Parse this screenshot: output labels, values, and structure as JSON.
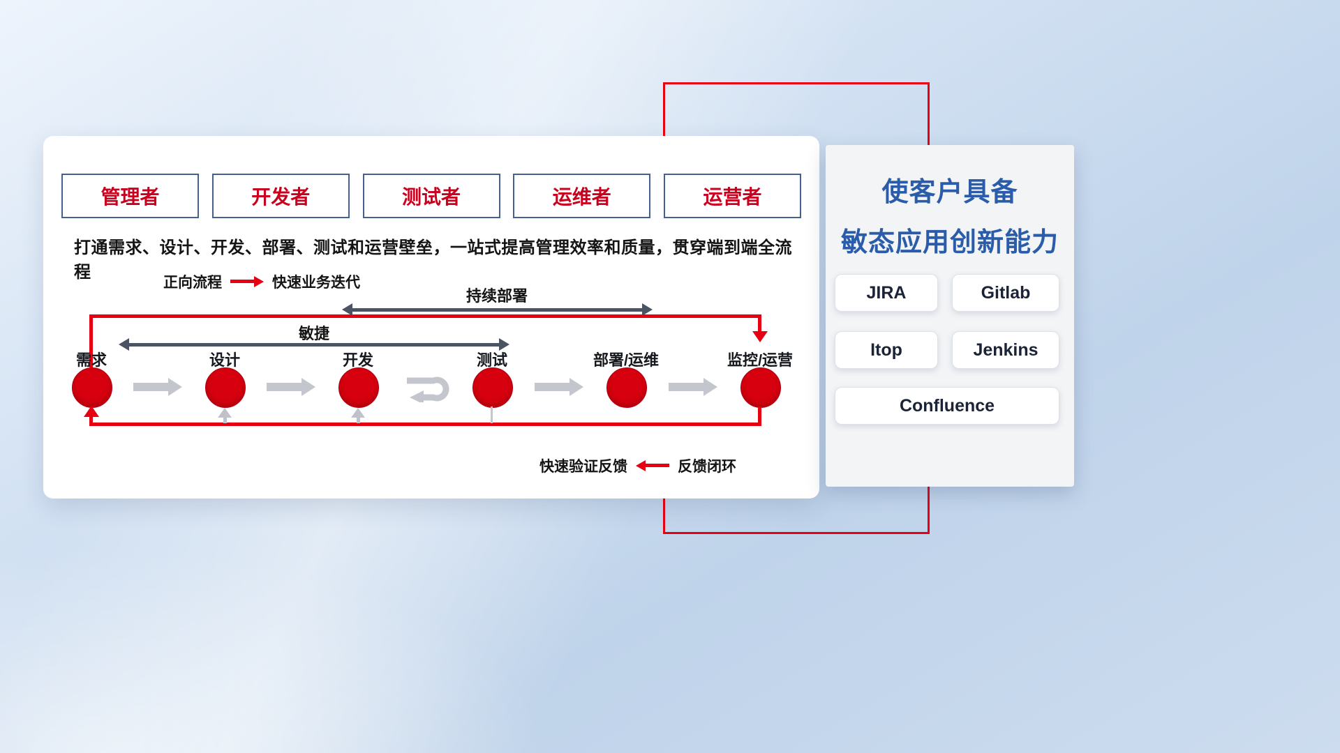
{
  "card": {
    "roles": [
      "管理者",
      "开发者",
      "测试者",
      "运维者",
      "运营者"
    ],
    "description": "打通需求、设计、开发、部署、测试和运营壁垒，一站式提高管理效率和质量，贯穿端到端全流程",
    "forward_legend": {
      "label": "正向流程",
      "caption": "快速业务迭代"
    },
    "deploy_arrow_label": "持续部署",
    "agile_arrow_label": "敏捷",
    "stages": [
      "需求",
      "设计",
      "开发",
      "测试",
      "部署/运维",
      "监控/运营"
    ],
    "feedback_legend": {
      "label": "快速验证反馈",
      "caption": "反馈闭环"
    }
  },
  "panel": {
    "title_line1": "使客户具备",
    "title_line2": "敏态应用创新能力",
    "tools": [
      "JIRA",
      "Gitlab",
      "Itop",
      "Jenkins",
      "Confluence"
    ]
  },
  "colors": {
    "accent_red": "#e60012",
    "node_red": "#d6000f",
    "role_text_red": "#c9001e",
    "panel_title_blue": "#2a5caa",
    "dark_arrow_gray": "#4a5463",
    "light_arrow_gray": "#c3c7cd"
  }
}
